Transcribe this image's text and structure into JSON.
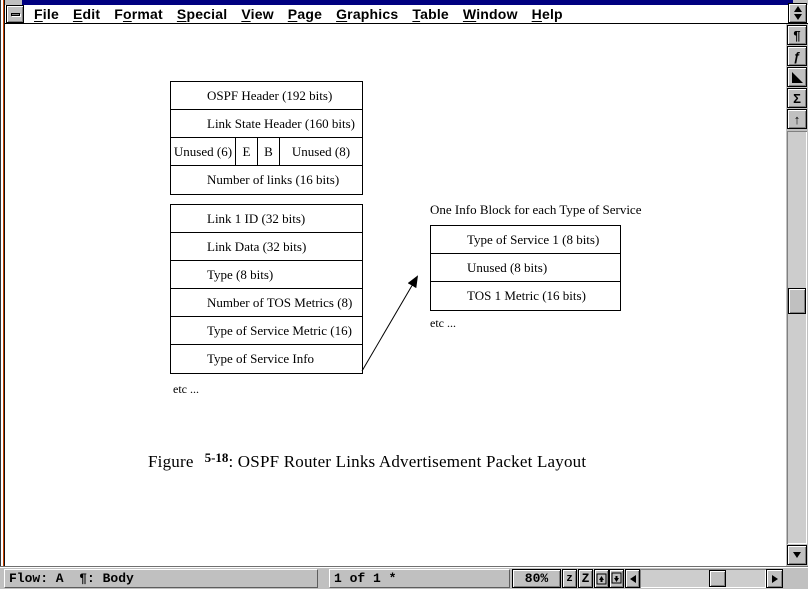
{
  "window": {
    "sysmenu_glyph": "−"
  },
  "menu": {
    "items": [
      {
        "label": "File",
        "accel_index": 0
      },
      {
        "label": "Edit",
        "accel_index": 0
      },
      {
        "label": "Format",
        "accel_index": 1
      },
      {
        "label": "Special",
        "accel_index": 0
      },
      {
        "label": "View",
        "accel_index": 0
      },
      {
        "label": "Page",
        "accel_index": 0
      },
      {
        "label": "Graphics",
        "accel_index": 0
      },
      {
        "label": "Table",
        "accel_index": 0
      },
      {
        "label": "Window",
        "accel_index": 0
      },
      {
        "label": "Help",
        "accel_index": 0
      }
    ]
  },
  "right_toolbar": {
    "buttons": [
      {
        "name": "paragraph-catalog-button",
        "icon": "pilcrow-icon",
        "glyph": "¶"
      },
      {
        "name": "character-catalog-button",
        "icon": "function-f-icon",
        "glyph": "ƒ"
      },
      {
        "name": "tools-palette-button",
        "icon": "triangle-icon",
        "glyph": ""
      },
      {
        "name": "equations-button",
        "icon": "sigma-icon",
        "glyph": "Σ"
      },
      {
        "name": "page-up-button",
        "icon": "up-arrow-icon",
        "glyph": "↑"
      }
    ]
  },
  "diagram": {
    "header_block": {
      "rows": [
        [
          "OSPF Header (192 bits)"
        ],
        [
          "Link State Header (160 bits)"
        ],
        [
          "Unused (6)",
          "E",
          "B",
          "Unused (8)"
        ],
        [
          "Number of links (16 bits)"
        ]
      ]
    },
    "link_block": {
      "rows": [
        [
          "Link 1 ID (32 bits)"
        ],
        [
          "Link Data (32 bits)"
        ],
        [
          "Type (8 bits)"
        ],
        [
          "Number of TOS Metrics (8)"
        ],
        [
          "Type of Service Metric (16)"
        ],
        [
          "Type of Service Info"
        ]
      ],
      "etc_label": "etc ..."
    },
    "tos_block": {
      "title": "One Info Block for each Type of Service",
      "rows": [
        [
          "Type of Service 1 (8 bits)"
        ],
        [
          "Unused (8 bits)"
        ],
        [
          "TOS 1 Metric (16 bits)"
        ]
      ],
      "etc_label": "etc ..."
    },
    "caption": {
      "prefix": "Figure",
      "figure_number": "5-18",
      "suffix": ": OSPF Router Links Advertisement Packet Layout"
    }
  },
  "statusbar": {
    "flow_label": "Flow: A  ¶: Body",
    "page_indicator": "1 of 1 *",
    "zoom_level": "80%",
    "zoom_out_label": "z",
    "zoom_in_label": "Z"
  },
  "colors": {
    "titlebar_navy": "#000080",
    "chrome_gray": "#c0c0c0",
    "frame_accent_orange": "#cc4400"
  }
}
